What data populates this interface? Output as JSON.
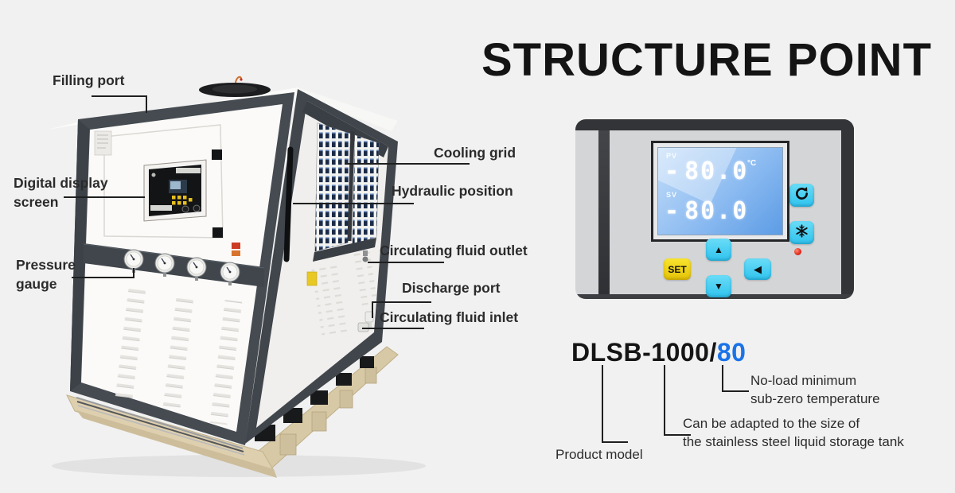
{
  "page": {
    "background": "#f1f1f1"
  },
  "heading": {
    "title": "STRUCTURE POINT"
  },
  "machine_labels": {
    "filling_port": "Filling port",
    "digital_display_line1": "Digital display",
    "digital_display_line2": "screen",
    "pressure_gauge_line1": "Pressure",
    "pressure_gauge_line2": "gauge",
    "cooling_grid": "Cooling grid",
    "hydraulic_position": "Hydraulic position",
    "circulating_fluid_outlet": "Circulating fluid outlet",
    "discharge_port": "Discharge port",
    "circulating_fluid_inlet": "Circulating fluid inlet"
  },
  "control_panel": {
    "pv_label": "PV",
    "pv_value": "-80.0",
    "pv_unit": "°C",
    "sv_label": "SV",
    "sv_value": "-80.0",
    "set_button_label": "SET",
    "up_glyph": "▲",
    "down_glyph": "▼",
    "left_glyph": "◀",
    "colors": {
      "button_cyan": "#3ecdf2",
      "button_yellow": "#f2d411",
      "led_red": "#e2281a",
      "lcd_blue": "#7fb4ec"
    }
  },
  "model": {
    "code_black": "DLSB-1000/",
    "code_blue": "80",
    "blue_color": "#1a73e8",
    "annotation_product_model": "Product model",
    "annotation_tank_line1": "Can be adapted to the size of",
    "annotation_tank_line2": "the stainless steel liquid storage tank",
    "annotation_temp_line1": "No-load minimum",
    "annotation_temp_line2": "sub-zero temperature"
  }
}
